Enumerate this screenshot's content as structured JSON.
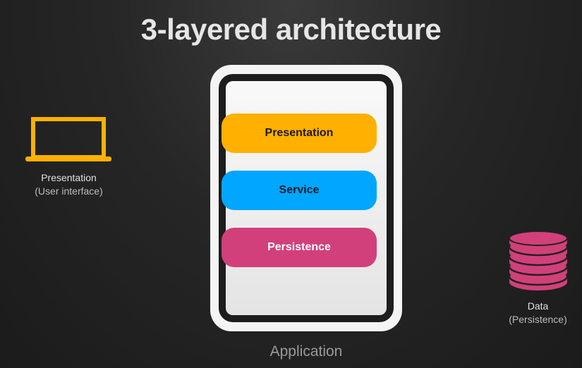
{
  "title": "3-layered architecture",
  "left_node": {
    "label": "Presentation",
    "sublabel": "(User interface)",
    "icon": "laptop-icon"
  },
  "application": {
    "label": "Application",
    "layers": [
      {
        "label": "Presentation",
        "color": "#ffb000"
      },
      {
        "label": "Service",
        "color": "#00a6ff"
      },
      {
        "label": "Persistence",
        "color": "#d1407a"
      }
    ]
  },
  "right_node": {
    "label": "Data",
    "sublabel": "(Persistence)",
    "icon": "database-icon"
  },
  "colors": {
    "laptop": "#ffb000",
    "database": "#d1407a",
    "background": "#222222"
  }
}
